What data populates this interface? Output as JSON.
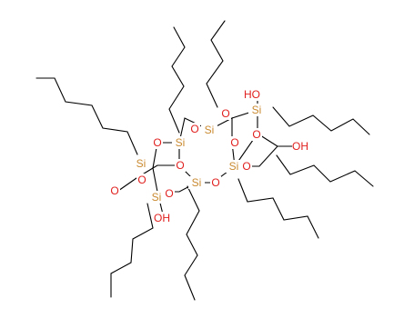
{
  "structure": {
    "colors": {
      "bond": "#000000",
      "oxygen": "#e0201e",
      "silicon": "#c98a30"
    },
    "atom_labels": [
      {
        "text": "Si",
        "el": "si"
      },
      {
        "text": "Si",
        "el": "si"
      },
      {
        "text": "Si",
        "el": "si"
      },
      {
        "text": "Si",
        "el": "si"
      },
      {
        "text": "Si",
        "el": "si"
      },
      {
        "text": "Si",
        "el": "si"
      },
      {
        "text": "Si",
        "el": "si"
      },
      {
        "text": "O",
        "el": "o"
      },
      {
        "text": "O",
        "el": "o"
      },
      {
        "text": "O",
        "el": "o"
      },
      {
        "text": "O",
        "el": "o"
      },
      {
        "text": "O",
        "el": "o"
      },
      {
        "text": "O",
        "el": "o"
      },
      {
        "text": "O",
        "el": "o"
      },
      {
        "text": "O",
        "el": "o"
      },
      {
        "text": "O",
        "el": "o"
      },
      {
        "text": "O",
        "el": "o"
      },
      {
        "text": "O",
        "el": "o"
      },
      {
        "text": "HO",
        "el": "o"
      },
      {
        "text": "OH",
        "el": "o"
      },
      {
        "text": "OH",
        "el": "o"
      }
    ]
  }
}
